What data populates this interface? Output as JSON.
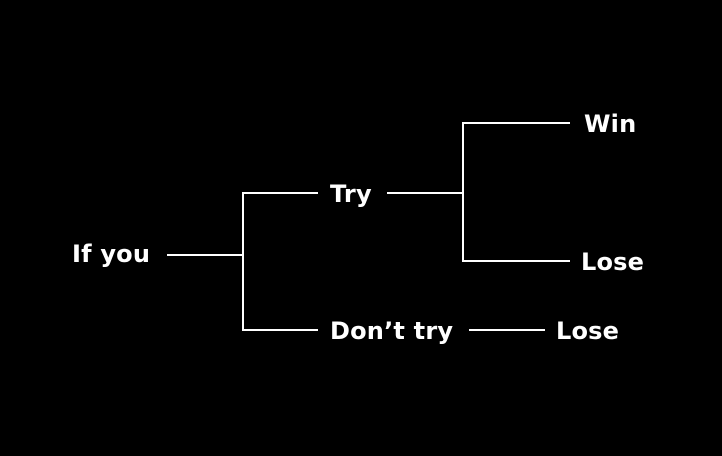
{
  "colors": {
    "background": "#000000",
    "foreground": "#ffffff"
  },
  "nodes": {
    "root": "If you",
    "try": "Try",
    "dont_try": "Don’t try",
    "try_win": "Win",
    "try_lose": "Lose",
    "dont_try_lose": "Lose"
  }
}
